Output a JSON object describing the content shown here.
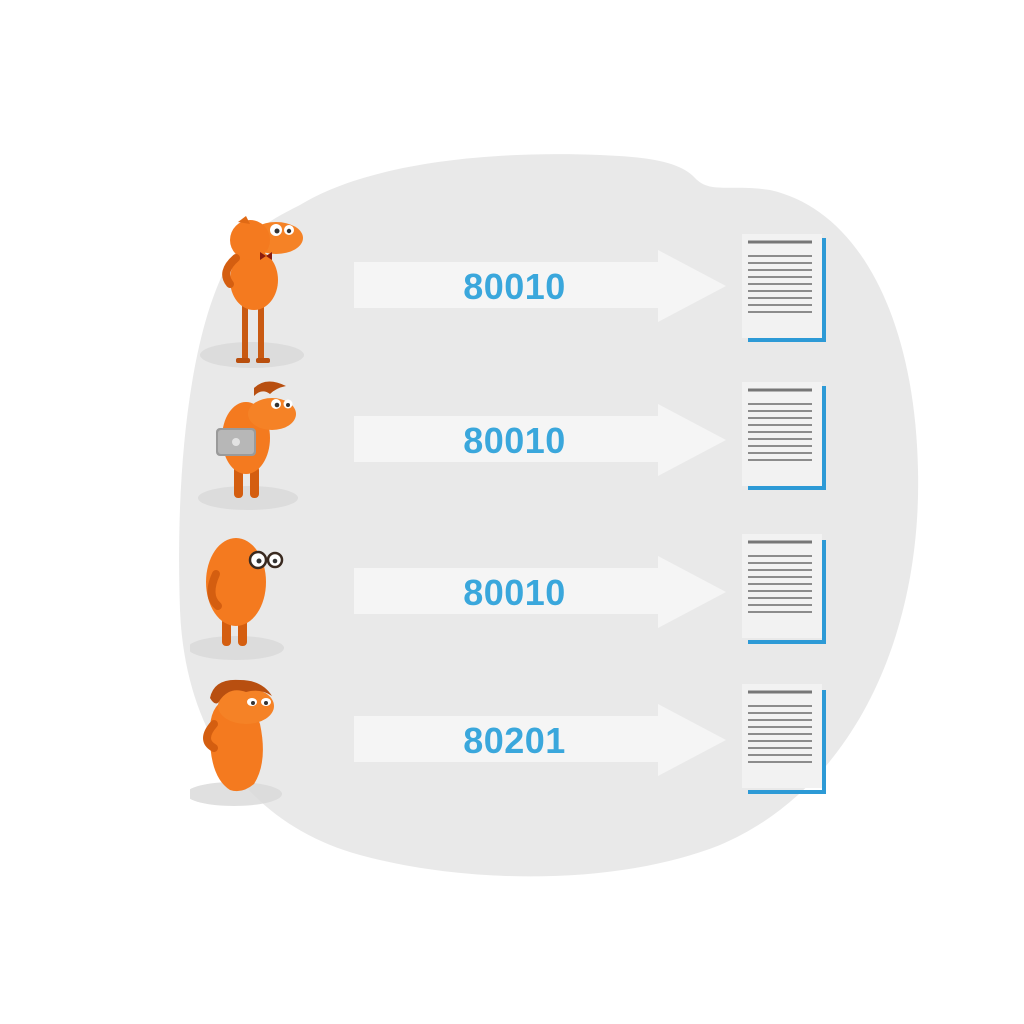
{
  "colors": {
    "blob": "#e9e9e9",
    "arrow": "#f5f5f5",
    "code_text": "#3aa7dc",
    "doc_border": "#2d9ad6",
    "doc_line": "#8c8c8c",
    "doc_header_line": "#777777",
    "character_body": "#f47a1f",
    "character_dark": "#d45e10"
  },
  "rows": [
    {
      "code": "80010",
      "character_icon": "tall-character-bowtie-icon"
    },
    {
      "code": "80010",
      "character_icon": "character-with-laptop-icon"
    },
    {
      "code": "80010",
      "character_icon": "character-with-glasses-icon"
    },
    {
      "code": "80201",
      "character_icon": "character-with-hair-icon"
    }
  ],
  "icons": {
    "arrow": "right-arrow-icon",
    "document": "document-icon"
  }
}
